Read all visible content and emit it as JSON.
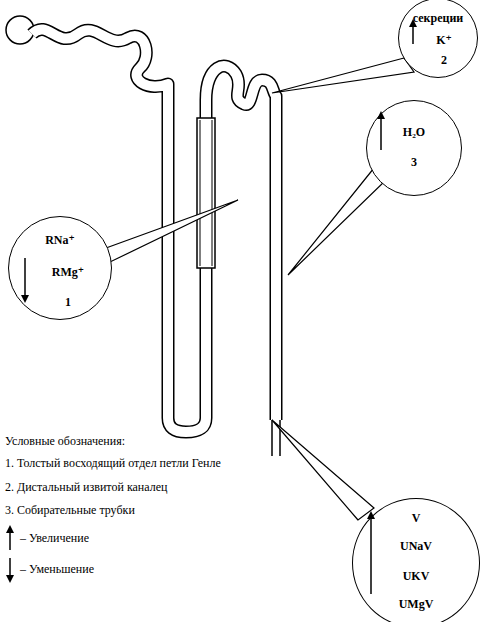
{
  "diagram": {
    "nodes": [
      {
        "text": [
          "секреции",
          "K⁺",
          "2"
        ]
      },
      {
        "text": [
          "H₂O",
          "3"
        ]
      },
      {
        "text": [
          "RNa⁺",
          "RMg⁺",
          "1"
        ]
      },
      {
        "text": [
          "V",
          "UNaV",
          "UKV",
          "UMgV"
        ]
      }
    ],
    "labels": [
      "Условные обозначения:",
      "1. Толстый восходящий отдел петли Генле",
      "2. Дистальный извитой каналец",
      "3. Собирательные трубки"
    ],
    "legend": [
      {
        "text": "– Увеличение"
      },
      {
        "text": "– Уменьшение"
      }
    ]
  }
}
